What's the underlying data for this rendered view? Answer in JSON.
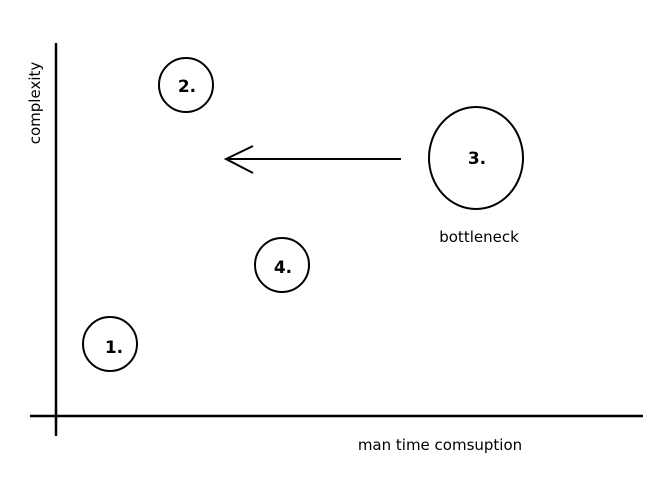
{
  "axes": {
    "y_label": "complexity",
    "x_label": "man time comsuption"
  },
  "nodes": [
    {
      "id": "n1",
      "label": "1."
    },
    {
      "id": "n2",
      "label": "2."
    },
    {
      "id": "n3",
      "label": "3.",
      "caption": "bottleneck"
    },
    {
      "id": "n4",
      "label": "4."
    }
  ],
  "colors": {
    "stroke": "#000000",
    "background": "#ffffff"
  }
}
